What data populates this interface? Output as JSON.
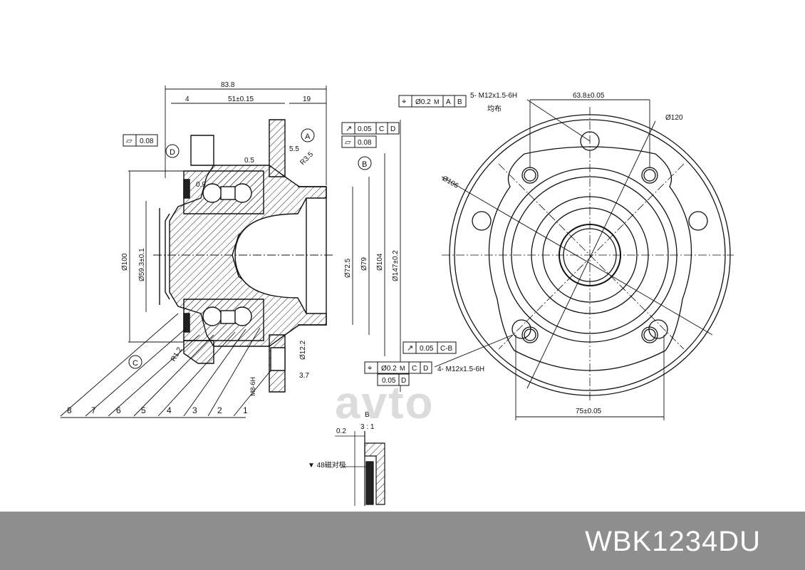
{
  "part_number": "WBK1234DU",
  "watermark": "avto",
  "dimensions": {
    "overall_width": "83.8",
    "d4": "4",
    "d51": "51±0.15",
    "d19": "19",
    "d5_5": "5.5",
    "d0_5": "0.5",
    "d0_9": "0.9",
    "d3_7": "3.7",
    "r3_5": "R3.5",
    "r1_2": "R1.2",
    "d12_2": "Ø12.2",
    "m8": "M8-6H",
    "flatness_left": "0.08",
    "dia_100": "Ø100",
    "dia_59_3": "Ø59.3±0.1",
    "dia_72_5": "Ø72.5",
    "dia_79": "Ø79",
    "dia_104": "Ø104",
    "dia_147": "Ø147±0.2",
    "pcd_right": "63.8±0.05",
    "dia_120": "Ø120",
    "dia_106": "Ø106",
    "pcd_bottom": "75±0.05",
    "thread_top": "5- M12x1.5-6H",
    "thread_top_note": "均布",
    "thread_bottom": "4- M12x1.5-6H"
  },
  "tolerance_frames": {
    "top_left_pos": [
      "⌖",
      "Ø0.2",
      "M",
      "A",
      "B"
    ],
    "runout_a": [
      "↗",
      "0.05",
      "C",
      "D"
    ],
    "flat_a": [
      "▱",
      "0.08"
    ],
    "runout_b": [
      "↗",
      "0.05",
      "C-B"
    ],
    "pos_bottom": [
      "⌖",
      "Ø0.2",
      "M",
      "C",
      "D"
    ],
    "pos_bottom2": [
      "",
      "0.05",
      "D"
    ]
  },
  "datums": [
    "A",
    "B",
    "C",
    "D"
  ],
  "callouts": [
    "8",
    "7",
    "6",
    "5",
    "4",
    "3",
    "2",
    "1"
  ],
  "detail": {
    "label": "B",
    "scale": "3 : 1",
    "dim": "0.2",
    "note": "▼ 48磁对极"
  }
}
